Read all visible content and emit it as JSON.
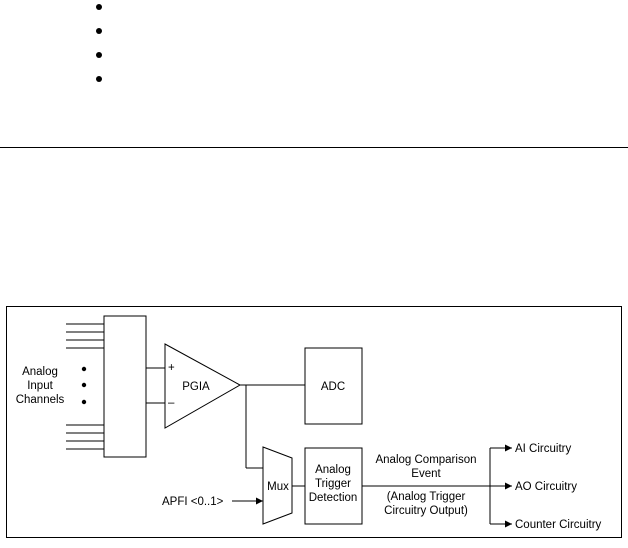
{
  "bullet_list": {
    "count": 4
  },
  "diagram": {
    "input_label": [
      "Analog",
      "Input",
      "Channels"
    ],
    "pgia_label": "PGIA",
    "plus_sign": "+",
    "minus_sign": "–",
    "adc_label": "ADC",
    "mux_label": "Mux",
    "trigger_label": [
      "Analog",
      "Trigger",
      "Detection"
    ],
    "apfi_label": "APFI <0..1>",
    "event_label": [
      "Analog Comparison",
      "Event"
    ],
    "output_label": [
      "(Analog Trigger",
      "Circuitry Output)"
    ],
    "outputs": [
      "AI Circuitry",
      "AO Circuitry",
      "Counter Circuitry"
    ]
  }
}
